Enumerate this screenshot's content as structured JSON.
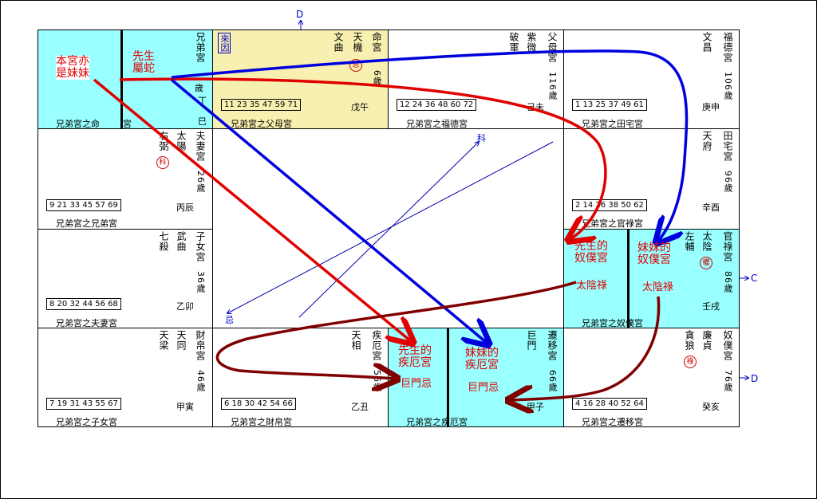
{
  "colors": {
    "cyan": "#99ffff",
    "yellow": "#f8f0b0",
    "red": "#e00000",
    "blue": "#0000dd",
    "darkred": "#800000"
  },
  "external": {
    "d_top": "D",
    "c_right": "C",
    "d_right": "D"
  },
  "center": {
    "ke": "科",
    "ji": "忌"
  },
  "cells": [
    {
      "id": "si",
      "palace": "兄弟宮",
      "age": "",
      "gz": "巳",
      "nums": "",
      "bottom_left": "兄弟宮之命",
      "bottom_right": "宮",
      "stars": []
    },
    {
      "id": "wu",
      "palace": "命宮",
      "age": "6歲",
      "gz": "戊午",
      "nums": "11 23 35 47 59 71",
      "bottom": "兄弟宮之父母宮",
      "stars": [
        "天機",
        "文曲"
      ],
      "laiyin": "來因",
      "mark": "忌"
    },
    {
      "id": "wei",
      "palace": "父母宮",
      "age": "116歲",
      "gz": "己未",
      "nums": "12 24 36 48 60 72",
      "bottom": "兄弟宮之福德宮",
      "stars": [
        "紫微",
        "破軍"
      ]
    },
    {
      "id": "shen",
      "palace": "福德宮",
      "age": "106歲",
      "gz": "庚申",
      "nums": "1 13 25 37 49 61",
      "bottom": "兄弟宮之田宅宮",
      "stars": [
        "文昌"
      ]
    },
    {
      "id": "chen",
      "palace": "夫妻宮",
      "age": "26歲",
      "gz": "丙辰",
      "nums": "9 21 33 45 57 69",
      "bottom": "兄弟宮之兄弟宮",
      "stars": [
        "太陽",
        "右弼"
      ],
      "mark": "科"
    },
    {
      "id": "you",
      "palace": "田宅宮",
      "age": "96歲",
      "gz": "辛酉",
      "nums": "2 14 26 38 50 62",
      "bottom": "兄弟宮之官祿宮",
      "stars": [
        "天府"
      ]
    },
    {
      "id": "mao",
      "palace": "子女宮",
      "age": "36歲",
      "gz": "乙卯",
      "nums": "8 20 32 44 56 68",
      "bottom": "兄弟宮之夫妻宮",
      "stars": [
        "武曲",
        "七殺"
      ]
    },
    {
      "id": "xu",
      "palace": "官祿宮",
      "age": "86歲",
      "gz": "壬戌",
      "nums": "",
      "bottom": "兄弟宮之奴僕宮",
      "stars": [
        "太陰",
        "左輔"
      ],
      "mark": "權"
    },
    {
      "id": "yin",
      "palace": "財帛宮",
      "age": "46歲",
      "gz": "甲寅",
      "nums": "7 19 31 43 55 67",
      "bottom": "兄弟宮之子女宮",
      "stars": [
        "天同",
        "天梁"
      ]
    },
    {
      "id": "chou",
      "palace": "疾厄宮",
      "age": "56歲",
      "gz": "乙丑",
      "nums": "6 18 30 42 54 66",
      "bottom": "兄弟宮之財帛宮",
      "stars": [
        "天相"
      ]
    },
    {
      "id": "zi",
      "palace": "遷移宮",
      "age": "66歲",
      "gz": "甲子",
      "nums": "",
      "bottom": "兄弟宮之疾厄宮",
      "stars": [
        "巨門"
      ]
    },
    {
      "id": "hai",
      "palace": "奴僕宮",
      "age": "76歲",
      "gz": "癸亥",
      "nums": "4 16 28 40 52 64",
      "bottom": "兄弟宮之遷移宮",
      "stars": [
        "廉貞",
        "貪狼"
      ],
      "mark": "祿"
    }
  ],
  "si_extra": {
    "age_partial": "歲",
    "gz_partial": "丁"
  },
  "annotations": {
    "benggong": [
      "本宮亦",
      "是妹妹"
    ],
    "husband": [
      "先生",
      "屬蛇"
    ],
    "husband_servant": [
      "先生的",
      "奴僕宮"
    ],
    "sister_servant": [
      "妹妹的",
      "奴僕宮"
    ],
    "taiyin_lu_1": "太陰祿",
    "taiyin_lu_2": "太陰祿",
    "husband_illness": [
      "先生的",
      "疾厄宮"
    ],
    "sister_illness": [
      "妹妹的",
      "疾厄宮"
    ],
    "jumen_ji_1": "巨門忌",
    "jumen_ji_2": "巨門忌"
  }
}
